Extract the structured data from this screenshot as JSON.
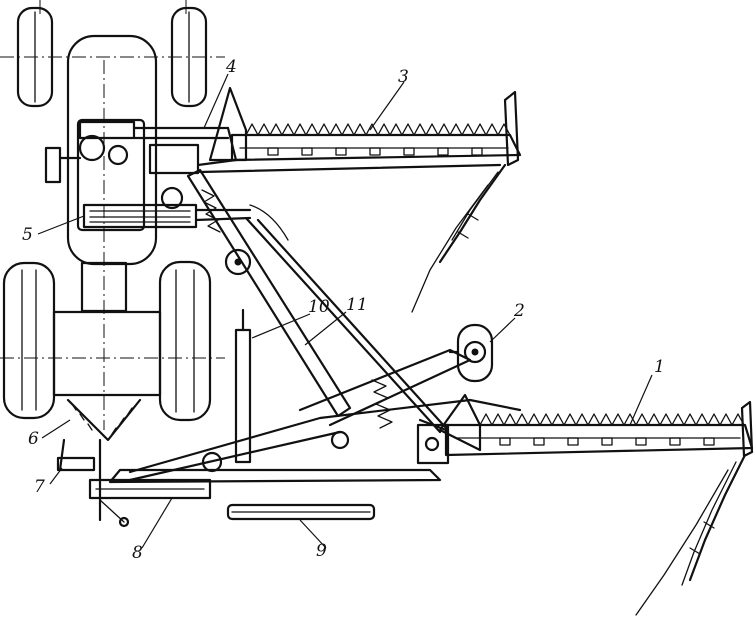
{
  "labels": {
    "l1": "1",
    "l2": "2",
    "l3": "3",
    "l4": "4",
    "l5": "5",
    "l6": "6",
    "l7": "7",
    "l8": "8",
    "l9": "9",
    "l10": "10",
    "l11": "11"
  },
  "colors": {
    "ink": "#111111",
    "paper": "#ffffff"
  }
}
